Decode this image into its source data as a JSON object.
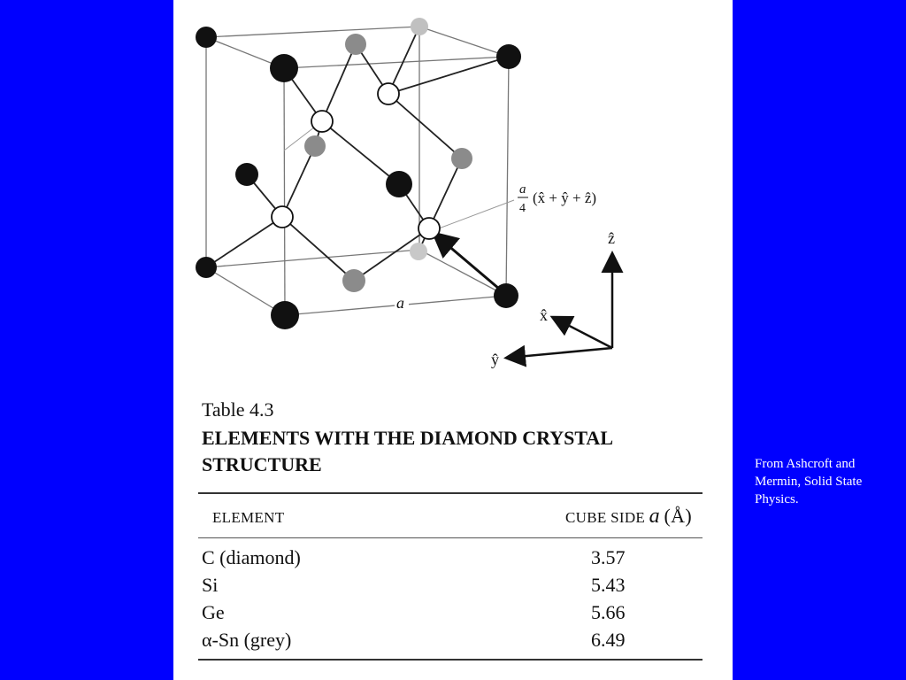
{
  "figure": {
    "annotation_prefix": "a",
    "annotation_denominator": "4",
    "annotation_vector": "(x̂ + ŷ + ẑ)",
    "edge_label": "a",
    "axes": {
      "z": "ẑ",
      "x": "x̂",
      "y": "ŷ"
    }
  },
  "table": {
    "caption": "Table 4.3",
    "title": "ELEMENTS WITH THE DIAMOND CRYSTAL STRUCTURE",
    "column_element": "ELEMENT",
    "column_cube_side": "CUBE SIDE",
    "column_cube_symbol": "a",
    "column_cube_unit": "(Å)",
    "rows": [
      {
        "element": "C (diamond)",
        "value": "3.57"
      },
      {
        "element": "Si",
        "value": "5.43"
      },
      {
        "element": "Ge",
        "value": "5.66"
      },
      {
        "element": "α-Sn (grey)",
        "value": "6.49"
      }
    ]
  },
  "credit": "From Ashcroft and Mermin, Solid State Physics.",
  "colors": {
    "background": "#0000ff",
    "page": "#ffffff",
    "black_atom": "#111111",
    "grey_atom": "#8a8a8a",
    "light_atom": "#bdbdbd"
  }
}
